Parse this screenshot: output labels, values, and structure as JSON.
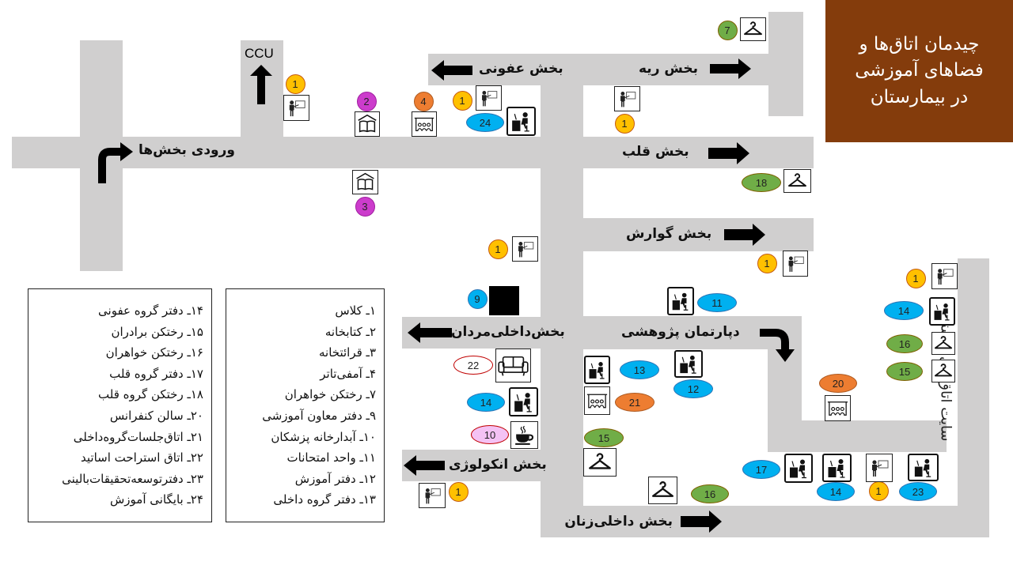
{
  "title": {
    "line1": "چیدمان اتاق‌ها و",
    "line2": "فضاهای آموزشی",
    "line3": "در بیمارستان"
  },
  "corridor_labels": {
    "ccu": "CCU",
    "entrance": "ورودی بخش‌ها",
    "infectious": "بخش عفونی",
    "pulmonary": "بخش ریه",
    "cardiac": "بخش قلب",
    "gastro": "بخش گوارش",
    "internal_men": "بخش‌داخلی‌مردان",
    "research_dept": "دپارتمان پژوهشی",
    "oncology": "بخش انکولوژی",
    "internal_women": "بخش داخلی‌زنان",
    "nursing_site": "سایت اتاق‌های پرستاری"
  },
  "legend_right": [
    "۱ـ کلاس",
    "۲ـ کتابخانه",
    "۳ـ قرائتخانه",
    "۴ـ آمفی‌تاتر",
    "۷ـ رختکن خواهران",
    "۹ـ دفتر معاون آموزشی",
    "۱۰ـ آبدارخانه پزشکان",
    "۱۱ـ واحد امتحانات",
    "۱۲ـ دفتر آموزش",
    "۱۳ـ دفتر گروه داخلی"
  ],
  "legend_left": [
    "۱۴ـ دفتر گروه عفونی",
    "۱۵ـ رختکن برادران",
    "۱۶ـ رختکن خواهران",
    "۱۷ـ دفتر گروه قلب",
    "۱۸ـ رختکن گروه قلب",
    "۲۰ـ سالن کنفرانس",
    "۲۱ـ اتاق‌جلسات‌گروه‌داخلی",
    "۲۲ـ اتاق استراحت اساتید",
    "۲۳ـ دفترتوسعه‌تحقیقات‌بالینی",
    "۲۴ـ بایگانی آموزش"
  ],
  "colors": {
    "corridor": "#d0cfcf",
    "title_bg": "#843c0c",
    "yellow": "#ffc000",
    "magenta": "#cc3ccc",
    "orange": "#ed7d31",
    "blue": "#00b0f0",
    "green": "#70ad47",
    "pink": "#f4c2f4",
    "white": "#ffffff"
  },
  "markers": [
    {
      "number": "1",
      "color": "yellow",
      "icon": "classroom-icon"
    },
    {
      "number": "2",
      "color": "magenta",
      "icon": "library-icon"
    },
    {
      "number": "3",
      "color": "magenta",
      "icon": "library-icon"
    },
    {
      "number": "4",
      "color": "orange",
      "icon": "theater-icon"
    },
    {
      "number": "1",
      "color": "yellow",
      "icon": "classroom-icon"
    },
    {
      "number": "24",
      "color": "blue",
      "icon": "desk-icon"
    },
    {
      "number": "1",
      "color": "yellow",
      "icon": "classroom-icon"
    },
    {
      "number": "7",
      "color": "green",
      "icon": "hanger-icon"
    },
    {
      "number": "18",
      "color": "green",
      "icon": "hanger-icon"
    },
    {
      "number": "1",
      "color": "yellow",
      "icon": "classroom-icon"
    },
    {
      "number": "1",
      "color": "yellow",
      "icon": "classroom-icon"
    },
    {
      "number": "9",
      "color": "blue",
      "icon": "block-icon"
    },
    {
      "number": "11",
      "color": "blue",
      "icon": "desk-icon"
    },
    {
      "number": "1",
      "color": "yellow",
      "icon": "classroom-icon"
    },
    {
      "number": "14",
      "color": "blue",
      "icon": "desk-icon"
    },
    {
      "number": "16",
      "color": "green",
      "icon": "hanger-icon"
    },
    {
      "number": "15",
      "color": "green",
      "icon": "hanger-icon"
    },
    {
      "number": "22",
      "color": "white",
      "icon": "sofa-icon"
    },
    {
      "number": "13",
      "color": "blue",
      "icon": "desk-icon"
    },
    {
      "number": "12",
      "color": "blue",
      "icon": "desk-icon"
    },
    {
      "number": "21",
      "color": "orange",
      "icon": "theater-icon"
    },
    {
      "number": "20",
      "color": "orange",
      "icon": "theater-icon"
    },
    {
      "number": "14",
      "color": "blue",
      "icon": "desk-icon"
    },
    {
      "number": "10",
      "color": "pink",
      "icon": "coffee-icon"
    },
    {
      "number": "15",
      "color": "green",
      "icon": "hanger-icon"
    },
    {
      "number": "16",
      "color": "green",
      "icon": "hanger-icon"
    },
    {
      "number": "17",
      "color": "blue",
      "icon": "desk-icon"
    },
    {
      "number": "14",
      "color": "blue",
      "icon": "desk-icon"
    },
    {
      "number": "1",
      "color": "yellow",
      "icon": "classroom-icon"
    },
    {
      "number": "23",
      "color": "blue",
      "icon": "desk-icon"
    },
    {
      "number": "1",
      "color": "yellow",
      "icon": "classroom-icon"
    }
  ]
}
